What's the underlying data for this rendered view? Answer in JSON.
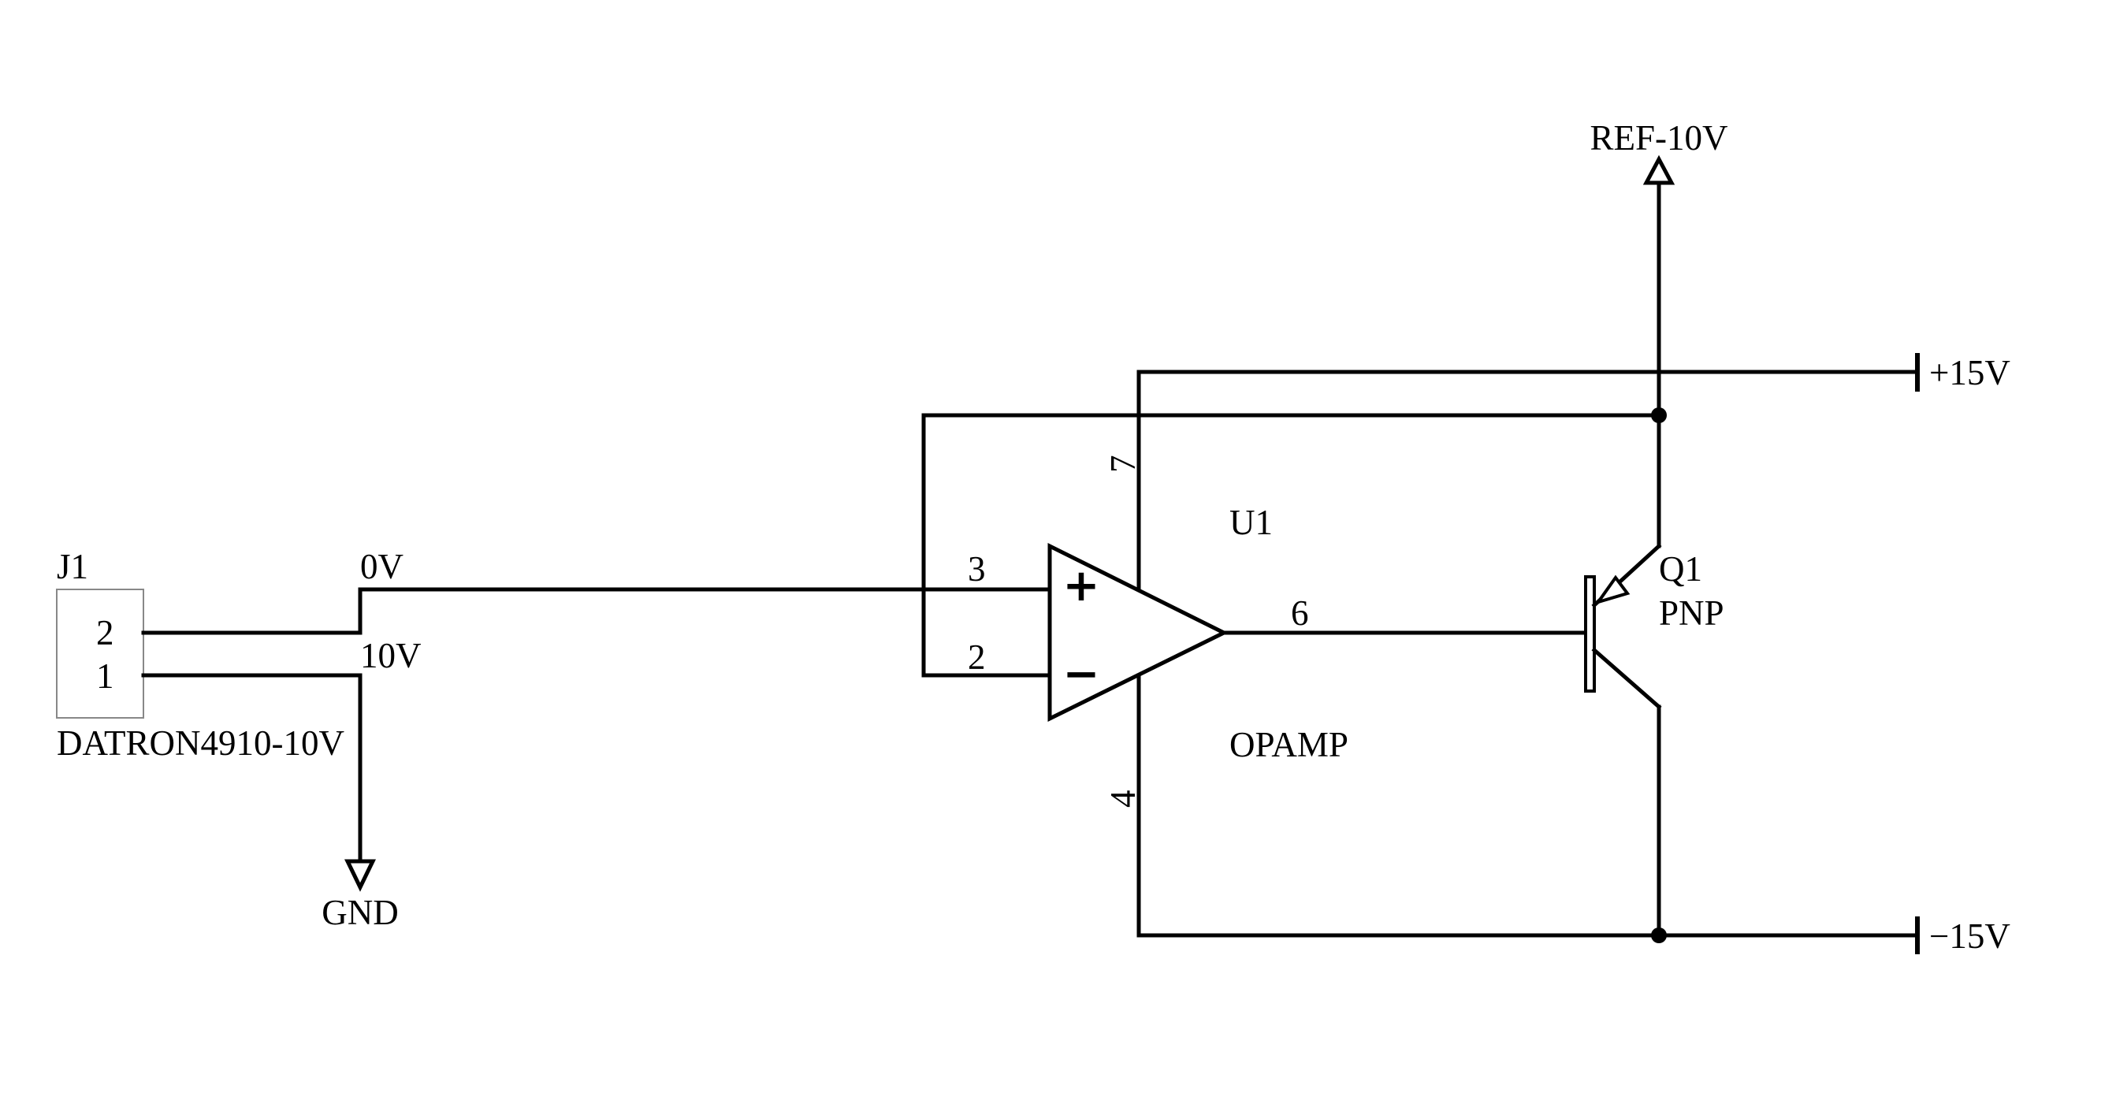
{
  "connector": {
    "ref": "J1",
    "value": "DATRON4910-10V",
    "pin2": "2",
    "pin1": "1"
  },
  "nets": {
    "zero_v": "0V",
    "ten_v": "10V",
    "gnd": "GND",
    "ref_out": "REF-10V",
    "pos_supply": "+15V",
    "neg_supply": "−15V"
  },
  "opamp": {
    "ref": "U1",
    "value": "OPAMP",
    "pin_noninv": "3",
    "pin_inv": "2",
    "pin_out": "6",
    "pin_vpos": "7",
    "pin_vneg": "4",
    "plus_sign": "+",
    "minus_sign": "−"
  },
  "transistor": {
    "ref": "Q1",
    "value": "PNP"
  }
}
